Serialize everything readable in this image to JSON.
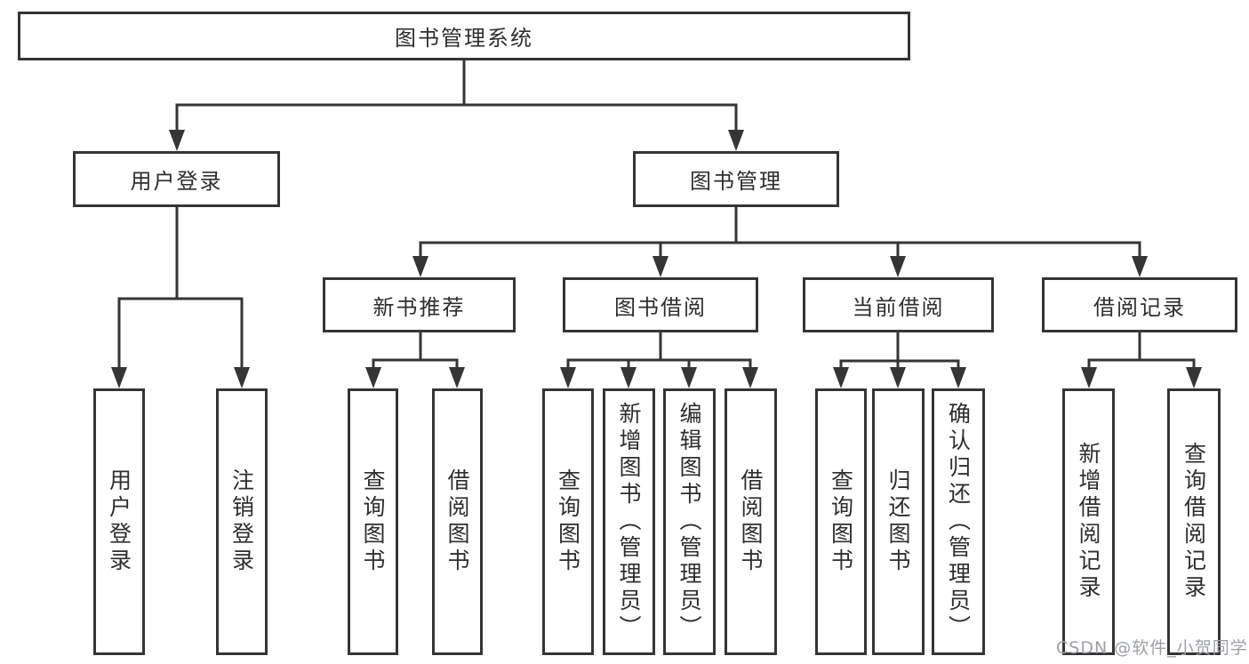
{
  "diagram_title": "图书管理系统",
  "tree": {
    "root": {
      "label": "图书管理系统"
    },
    "branches": [
      {
        "label": "用户登录",
        "children": [
          {
            "label": "用户登录"
          },
          {
            "label": "注销登录"
          }
        ]
      },
      {
        "label": "图书管理",
        "children": [
          {
            "label": "新书推荐",
            "children": [
              {
                "label": "查询图书"
              },
              {
                "label": "借阅图书"
              }
            ]
          },
          {
            "label": "图书借阅",
            "children": [
              {
                "label": "查询图书"
              },
              {
                "label": "新增图书（管理员）"
              },
              {
                "label": "编辑图书（管理员）"
              },
              {
                "label": "借阅图书"
              }
            ]
          },
          {
            "label": "当前借阅",
            "children": [
              {
                "label": "查询图书"
              },
              {
                "label": "归还图书"
              },
              {
                "label": "确认归还（管理员）"
              }
            ]
          },
          {
            "label": "借阅记录",
            "children": [
              {
                "label": "新增借阅记录"
              },
              {
                "label": "查询借阅记录"
              }
            ]
          }
        ]
      }
    ]
  },
  "watermark": {
    "text": "CSDN @软件_小贺同学"
  },
  "colors": {
    "line": "#353535",
    "text": "#2e2e2e",
    "background": "#ffffff",
    "watermark_text": "#9da1a6"
  }
}
